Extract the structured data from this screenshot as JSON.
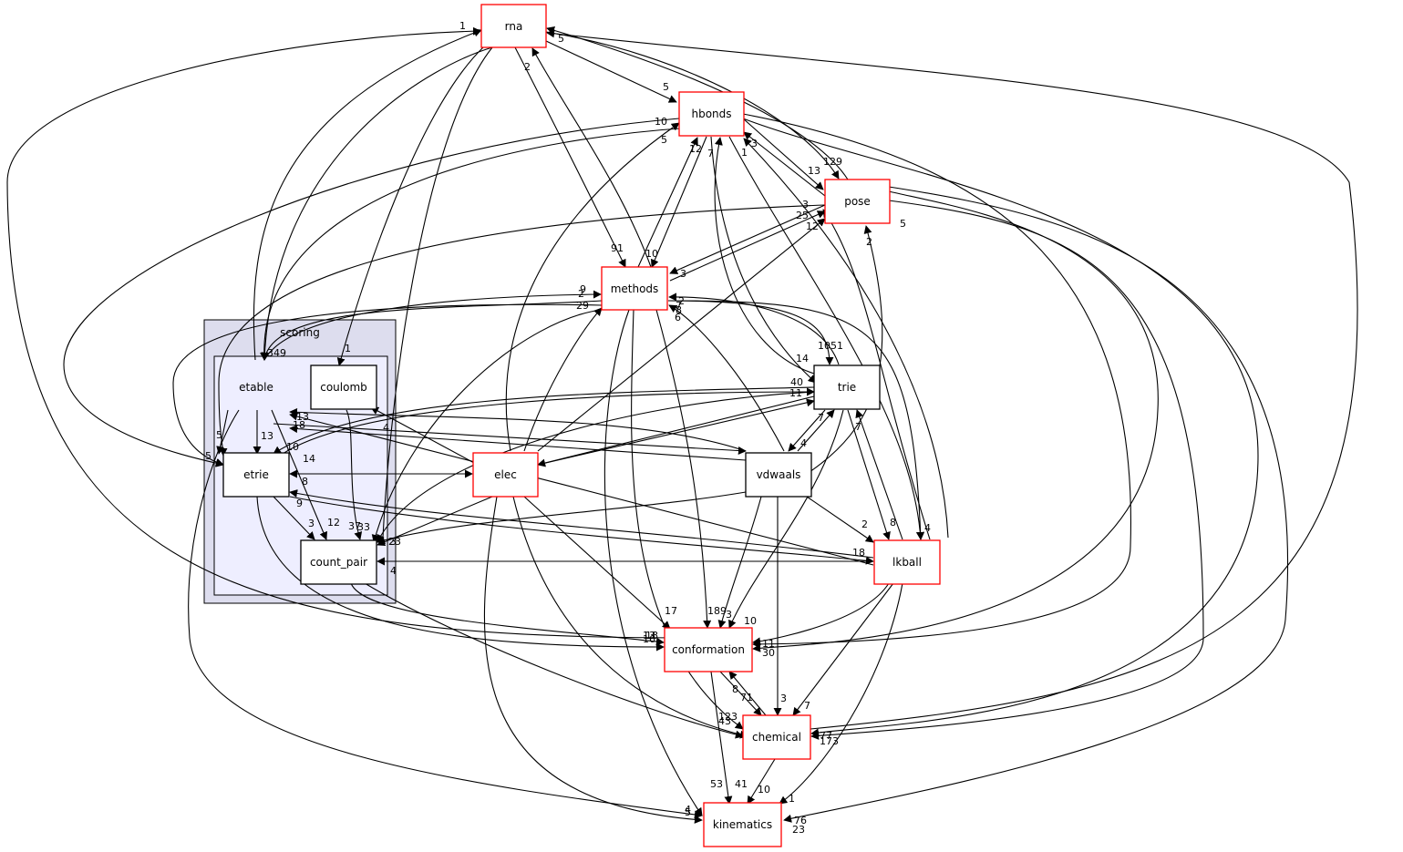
{
  "colors": {
    "external_dir_border": "#ff0000",
    "internal_dir_border": "#000000",
    "outer_cluster_fill": "#ddddee",
    "inner_cluster_fill": "#eeeeff",
    "edge": "#000000"
  },
  "cluster": {
    "label": "scoring"
  },
  "nodes": {
    "rna": "rna",
    "hbonds": "hbonds",
    "pose": "pose",
    "methods": "methods",
    "etable": "etable",
    "coulomb": "coulomb",
    "trie": "trie",
    "etrie": "etrie",
    "elec": "elec",
    "vdwaals": "vdwaals",
    "count_pair": "count_pair",
    "lkball": "lkball",
    "conformation": "conformation",
    "chemical": "chemical",
    "kinematics": "kinematics"
  },
  "edge_labels": [
    "1",
    "5",
    "2",
    "5",
    "10",
    "5",
    "12",
    "7",
    "1",
    "3",
    "13",
    "129",
    "3",
    "25",
    "12",
    "2",
    "5",
    "91",
    "10",
    "3",
    "9",
    "2",
    "29",
    "7",
    "8",
    "6",
    "2",
    "1",
    "3",
    "49",
    "13",
    "5",
    "5",
    "13",
    "18",
    "14",
    "8",
    "9",
    "3",
    "12",
    "37",
    "33",
    "10",
    "4",
    "14",
    "40",
    "11",
    "1051",
    "7",
    "4",
    "7",
    "8",
    "2",
    "18",
    "4",
    "17",
    "189",
    "3",
    "10",
    "11",
    "30",
    "13",
    "16",
    "8",
    "71",
    "3",
    "7",
    "123",
    "43",
    "77",
    "173",
    "53",
    "41",
    "10",
    "1",
    "4",
    "5",
    "76",
    "23",
    "18",
    "23",
    "3",
    "4"
  ]
}
